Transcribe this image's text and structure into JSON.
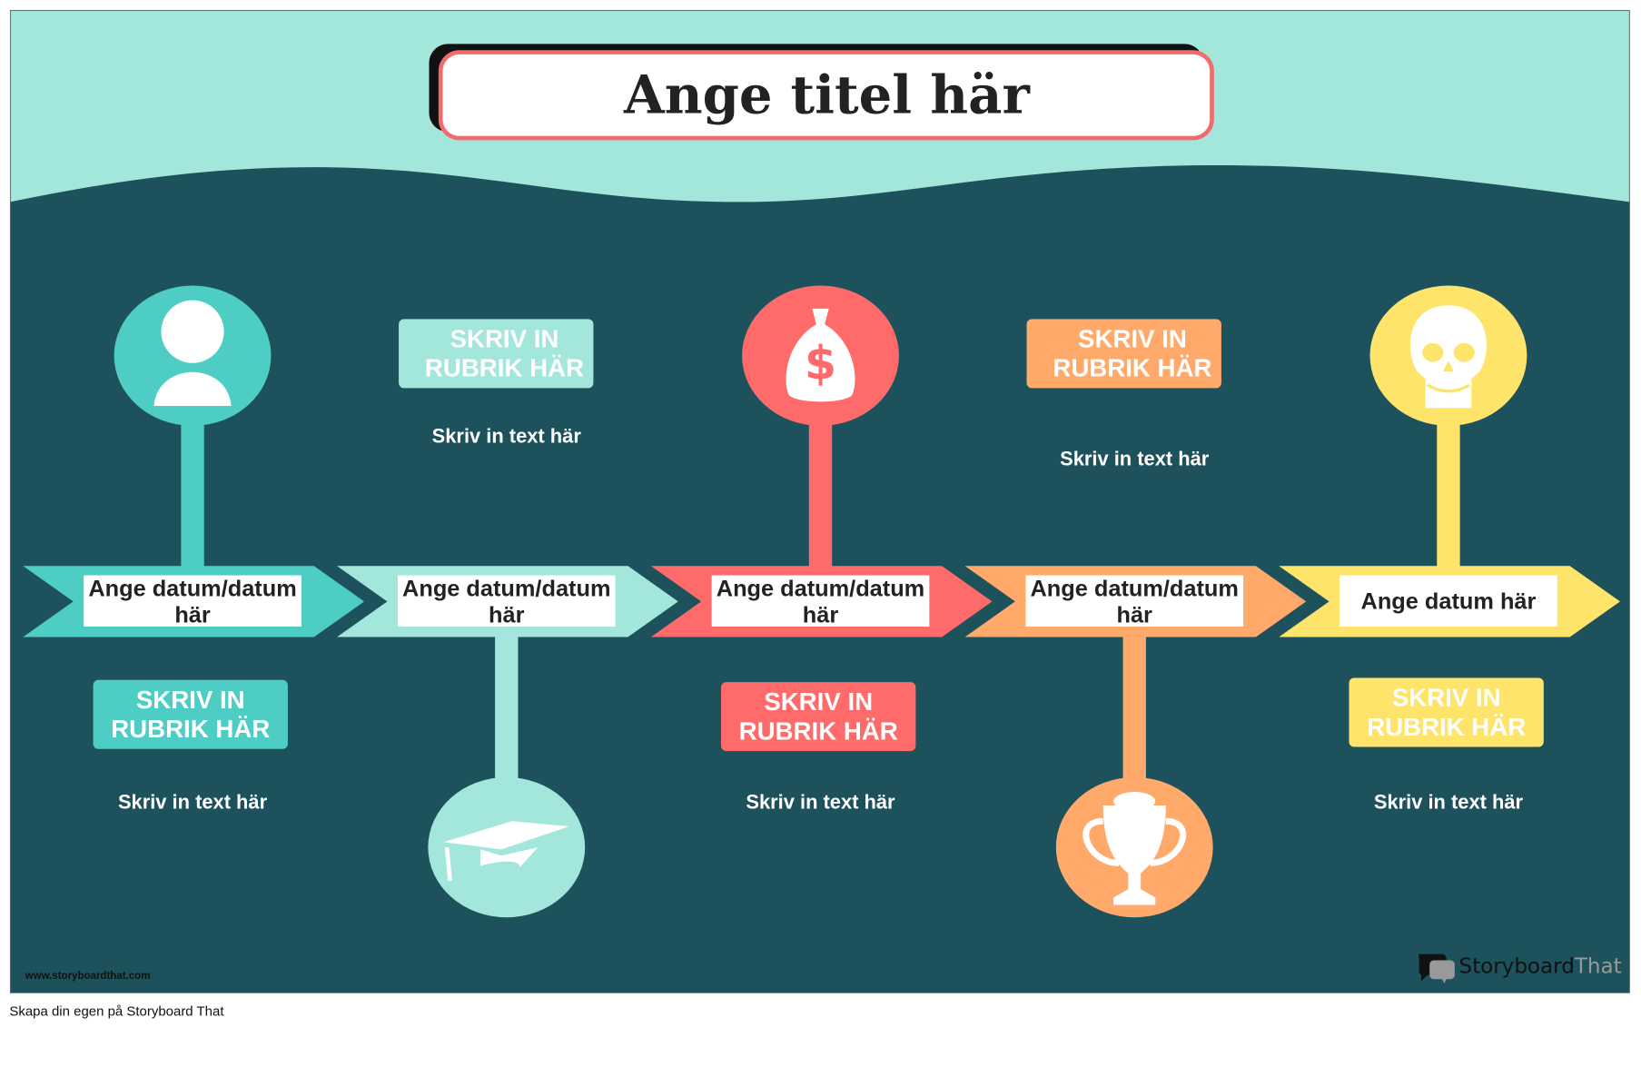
{
  "title": "Ange titel här",
  "colors": {
    "background_top": "#a3e6dc",
    "background_main": "#1d525c",
    "title_border": "#f26b6b",
    "teal": "#4ecdc4",
    "mint": "#a3e6dc",
    "red": "#ff6b6b",
    "orange": "#ffa96b",
    "yellow": "#ffe46b"
  },
  "events": [
    {
      "color": "#4ecdc4",
      "icon": "person-icon",
      "date": [
        "Ange datum/datum",
        "här"
      ],
      "heading": [
        "SKRIV IN",
        "RUBRIK HÄR"
      ],
      "text": "Skriv in text här"
    },
    {
      "color": "#a3e6dc",
      "icon": "graduation-cap-icon",
      "date": [
        "Ange datum/datum",
        "här"
      ],
      "heading": [
        "SKRIV IN",
        "RUBRIK HÄR"
      ],
      "text": "Skriv in text här"
    },
    {
      "color": "#ff6b6b",
      "icon": "money-bag-icon",
      "date": [
        "Ange datum/datum",
        "här"
      ],
      "heading": [
        "SKRIV IN",
        "RUBRIK HÄR"
      ],
      "text": "Skriv in text här"
    },
    {
      "color": "#ffa96b",
      "icon": "trophy-icon",
      "date": [
        "Ange datum/datum",
        "här"
      ],
      "heading": [
        "SKRIV IN",
        "RUBRIK HÄR"
      ],
      "text": "Skriv in text här"
    },
    {
      "color": "#ffe46b",
      "icon": "skull-icon",
      "date": [
        "Ange datum här"
      ],
      "heading": [
        "SKRIV IN",
        "RUBRIK HÄR"
      ],
      "text": "Skriv in text här"
    }
  ],
  "footer": {
    "url": "www.storyboardthat.com",
    "logo_part1": "Storyboard",
    "logo_part2": "That",
    "caption": "Skapa din egen på Storyboard That"
  }
}
